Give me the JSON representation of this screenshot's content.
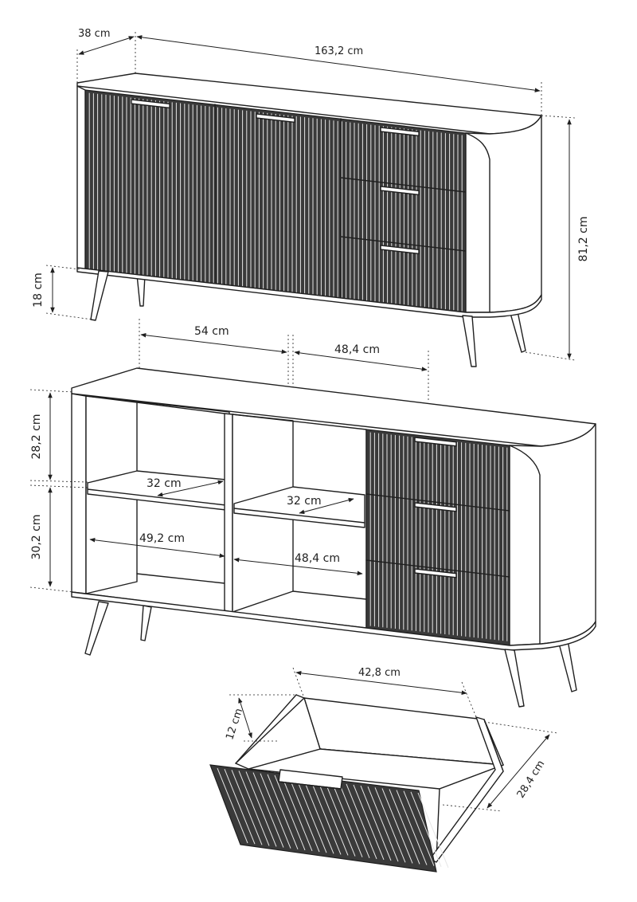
{
  "dimensions": {
    "depth": "38 cm",
    "width": "163,2 cm",
    "height": "81,2 cm",
    "leg_height": "18 cm",
    "left_section_width": "54 cm",
    "right_section_width": "48,4 cm",
    "upper_compartment_height": "28,2 cm",
    "lower_compartment_height": "30,2 cm",
    "left_shelf_depth": "32 cm",
    "middle_shelf_depth": "32 cm",
    "left_inner_width": "49,2 cm",
    "middle_inner_width": "48,4 cm",
    "drawer_width": "42,8 cm",
    "drawer_height": "12 cm",
    "drawer_depth": "28,4 cm"
  }
}
